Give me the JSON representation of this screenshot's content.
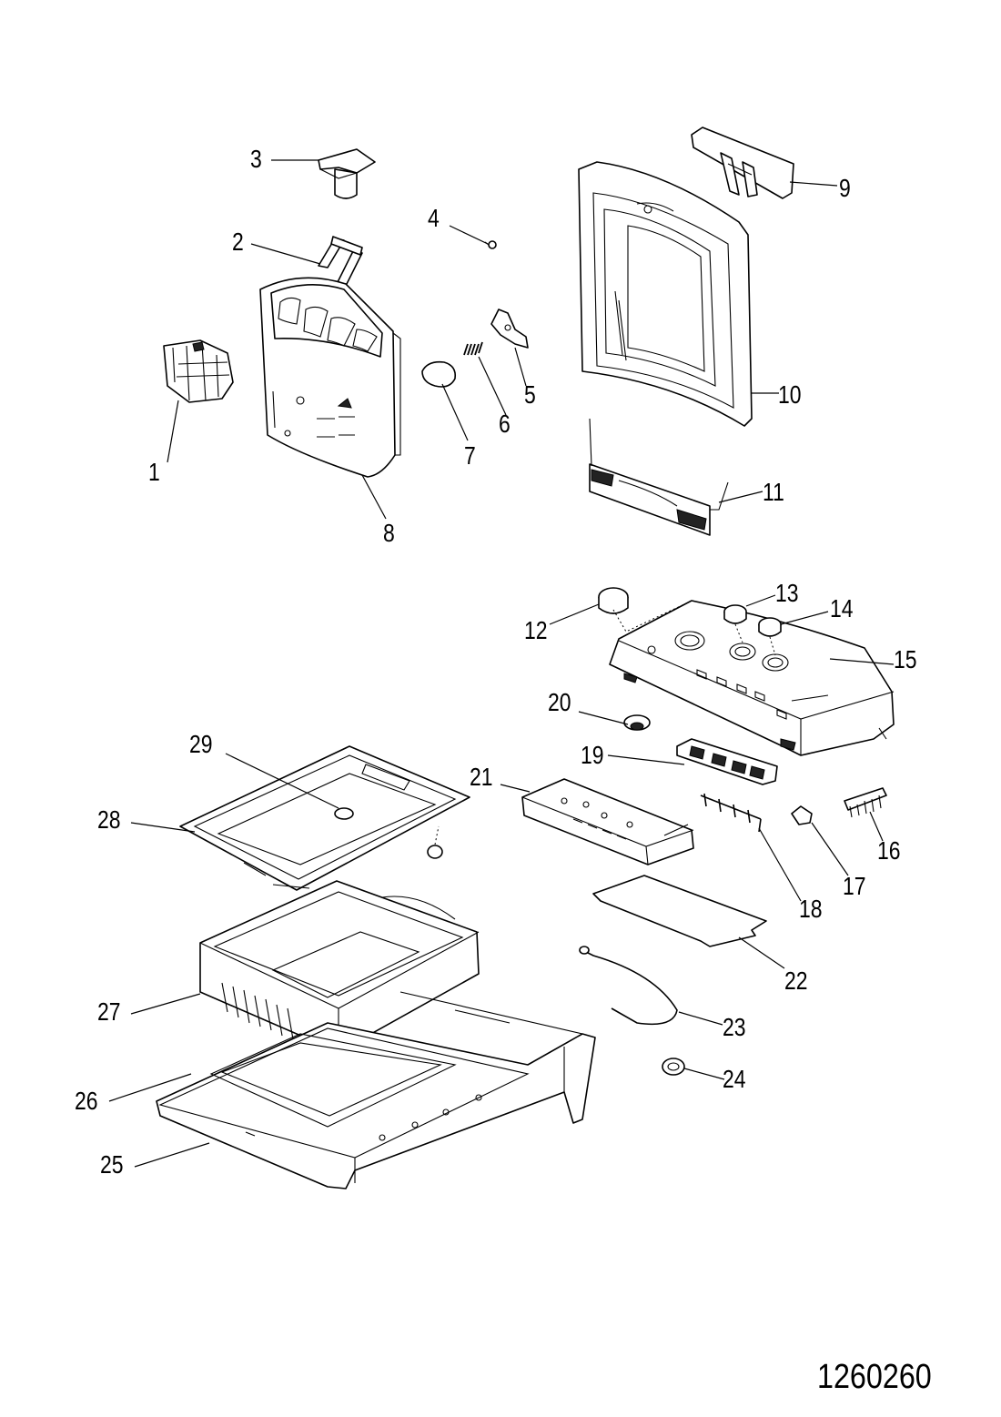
{
  "document_number": "1260260",
  "callouts": [
    {
      "id": "1",
      "text": "1"
    },
    {
      "id": "2",
      "text": "2"
    },
    {
      "id": "3",
      "text": "3"
    },
    {
      "id": "4",
      "text": "4"
    },
    {
      "id": "5",
      "text": "5"
    },
    {
      "id": "6",
      "text": "6"
    },
    {
      "id": "7",
      "text": "7"
    },
    {
      "id": "8",
      "text": "8"
    },
    {
      "id": "9",
      "text": "9"
    },
    {
      "id": "10",
      "text": "10"
    },
    {
      "id": "11",
      "text": "11"
    },
    {
      "id": "12",
      "text": "12"
    },
    {
      "id": "13",
      "text": "13"
    },
    {
      "id": "14",
      "text": "14"
    },
    {
      "id": "15",
      "text": "15"
    },
    {
      "id": "16",
      "text": "16"
    },
    {
      "id": "17",
      "text": "17"
    },
    {
      "id": "18",
      "text": "18"
    },
    {
      "id": "19",
      "text": "19"
    },
    {
      "id": "20",
      "text": "20"
    },
    {
      "id": "21",
      "text": "21"
    },
    {
      "id": "22",
      "text": "22"
    },
    {
      "id": "23",
      "text": "23"
    },
    {
      "id": "24",
      "text": "24"
    },
    {
      "id": "25",
      "text": "25"
    },
    {
      "id": "26",
      "text": "26"
    },
    {
      "id": "27",
      "text": "27"
    },
    {
      "id": "28",
      "text": "28"
    },
    {
      "id": "29",
      "text": "29"
    }
  ]
}
